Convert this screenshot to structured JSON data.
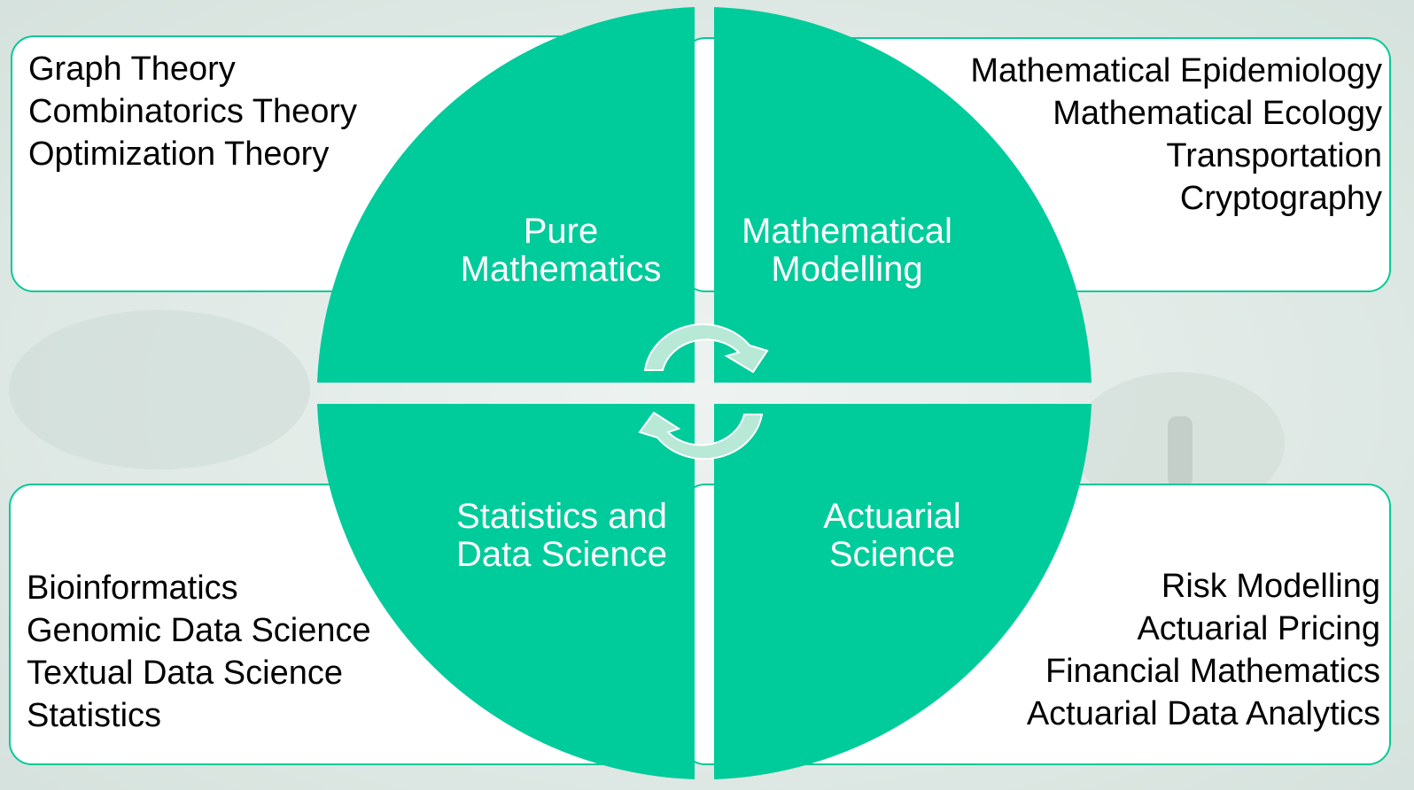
{
  "colors": {
    "accent": "#06c998",
    "quadrant_fill": "#00cb9b",
    "arrow_fill": "#b8e8d6",
    "box_fill": "#ffffff",
    "background": "#dfe8e4"
  },
  "quadrants": {
    "top_left": {
      "title_line1": "Pure",
      "title_line2": "Mathematics"
    },
    "top_right": {
      "title_line1": "Mathematical",
      "title_line2": "Modelling"
    },
    "bottom_left": {
      "title_line1": "Statistics and",
      "title_line2": "Data Science"
    },
    "bottom_right": {
      "title_line1": "Actuarial",
      "title_line2": "Science"
    }
  },
  "boxes": {
    "top_left": [
      "Graph Theory",
      "Combinatorics Theory",
      "Optimization Theory"
    ],
    "top_right": [
      "Mathematical Epidemiology",
      "Mathematical Ecology",
      "Transportation",
      "Cryptography"
    ],
    "bottom_left": [
      "Bioinformatics",
      "Genomic Data Science",
      "Textual Data Science",
      "Statistics"
    ],
    "bottom_right": [
      "Risk Modelling",
      "Actuarial Pricing",
      "Financial Mathematics",
      "Actuarial Data Analytics"
    ]
  },
  "icons": [
    "cycle-arrow-clockwise-icon",
    "cycle-arrow-counterclockwise-icon"
  ]
}
